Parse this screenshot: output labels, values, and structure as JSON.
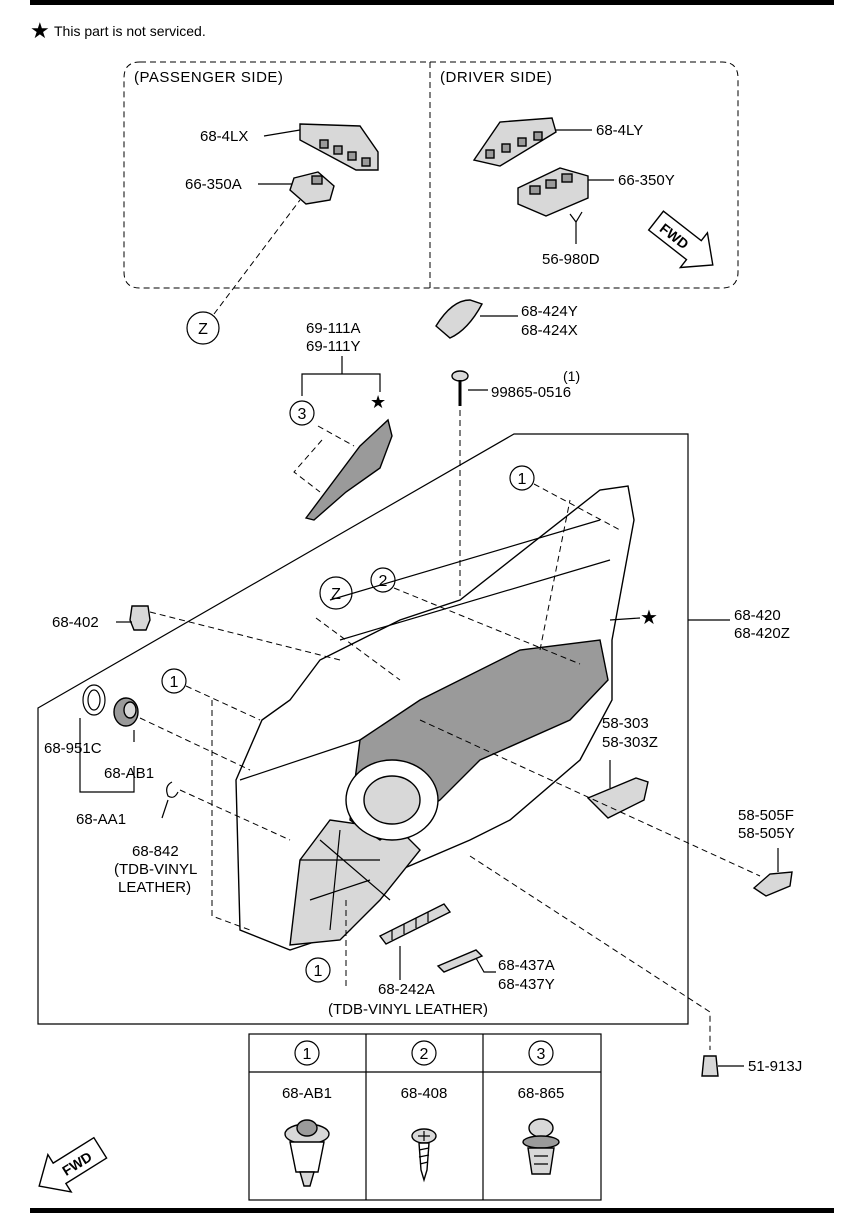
{
  "note": {
    "star": "★",
    "text": "This part is not serviced."
  },
  "inset": {
    "passenger_header": "(PASSENGER SIDE)",
    "driver_header": "(DRIVER SIDE)"
  },
  "labels": {
    "p_68_4LX": "68-4LX",
    "p_66_350A": "66-350A",
    "p_68_4LY": "68-4LY",
    "p_66_350Y": "66-350Y",
    "p_56_980D": "56-980D",
    "p_68_424Y": "68-424Y",
    "p_68_424X": "68-424X",
    "p_69_111A": "69-111A",
    "p_69_111Y": "69-111Y",
    "p_99865_qty": "(1)",
    "p_99865": "99865-0516",
    "p_68_420": "68-420",
    "p_68_420Z": "68-420Z",
    "p_68_402": "68-402",
    "p_68_951C": "68-951C",
    "p_68_AB1": "68-AB1",
    "p_68_AA1": "68-AA1",
    "p_68_842": "68-842",
    "p_tdb1": "(TDB-VINYL",
    "p_tdb2": "LEATHER)",
    "p_58_303": "58-303",
    "p_58_303Z": "58-303Z",
    "p_58_505F": "58-505F",
    "p_58_505Y": "58-505Y",
    "p_68_242A": "68-242A",
    "p_tdb_full": "(TDB-VINYL LEATHER)",
    "p_68_437A": "68-437A",
    "p_68_437Y": "68-437Y",
    "p_51_913J": "51-913J"
  },
  "callouts": {
    "z": "Z",
    "one": "1",
    "two": "2",
    "three": "3",
    "star": "★"
  },
  "fwd": "FWD",
  "legend": [
    {
      "num": "1",
      "part": "68-AB1"
    },
    {
      "num": "2",
      "part": "68-408"
    },
    {
      "num": "3",
      "part": "68-865"
    }
  ]
}
